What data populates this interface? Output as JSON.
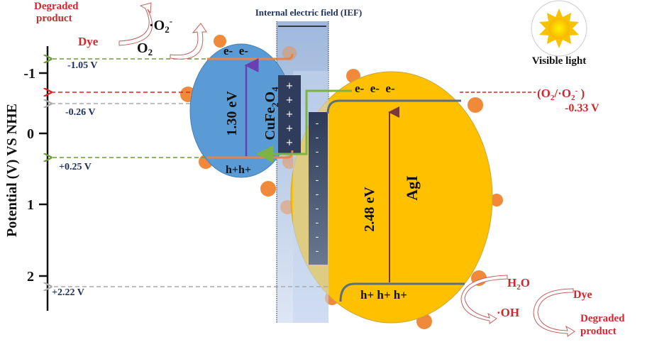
{
  "title": "Internal electric field (IEF)",
  "axis": {
    "label": "Potential (V) VS NHE",
    "ticks": [
      "-1",
      "0",
      "1",
      "2"
    ]
  },
  "levels": {
    "cufe2o4_cb": "-1.05 V",
    "o2_level_left": "-0.26 V",
    "cufe2o4_vb": "+0.25 V",
    "agi_vb": "+2.22 V",
    "o2_couple": {
      "open": "(O",
      "sub1": "2",
      "mid": "/·O",
      "sub2": "2",
      "sup": "-",
      "close": " )"
    },
    "o2_couple_value": "-0.33 V"
  },
  "cufe2o4": {
    "electrons": "e-  e-",
    "holes": "h+h+",
    "bandgap": "1.30 eV",
    "name": {
      "a": "CuFe",
      "sub1": "2",
      "b": "O",
      "sub2": "4"
    }
  },
  "agi": {
    "electrons": "e-  e-  e-",
    "holes": "h+ h+ h+",
    "bandgap": "2.48 eV",
    "name": "AgI"
  },
  "ief": {
    "plus": [
      "+",
      "+",
      "+",
      "+",
      "+"
    ],
    "minus": [
      "-",
      "-",
      "-",
      "-",
      "-",
      "-",
      "-",
      "-",
      "-",
      "-"
    ]
  },
  "light": {
    "label": "Visible light"
  },
  "top_reaction": {
    "degraded_1": "Degraded",
    "degraded_2": "product",
    "dye": "Dye",
    "superoxide": {
      "dot": "·O",
      "sub": "2",
      "sup": "-"
    },
    "o2": {
      "o": "O",
      "sub": "2"
    }
  },
  "bottom_reaction": {
    "water": {
      "h": "H",
      "sub": "2",
      "o": "O"
    },
    "hydroxyl": "·OH",
    "dye": "Dye",
    "degraded_1": "Degraded",
    "degraded_2": "product"
  },
  "colors": {
    "cufe2o4": "#5b9bd5",
    "agi": "#ffc000",
    "ief": "#c5d6ee",
    "panel": "#3b4a6b",
    "red": "#d0282e",
    "green": "#7cb342"
  }
}
